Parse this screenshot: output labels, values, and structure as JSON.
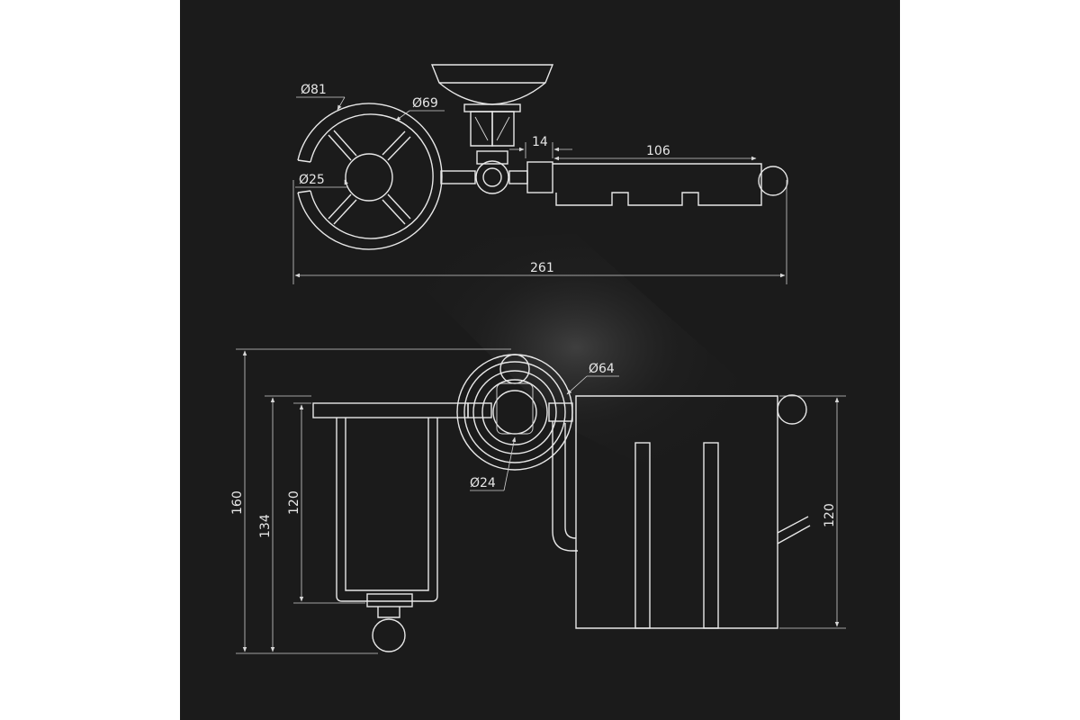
{
  "colors": {
    "background": "#1a1a1a",
    "line": "#e8e8e8",
    "page": "#ffffff"
  },
  "dimensions": {
    "top_outer_dia": "Ø81",
    "top_inner_dia": "Ø69",
    "top_hub_dia": "Ø25",
    "top_gap": "14",
    "top_length": "106",
    "top_total": "261",
    "front_flange_dia": "Ø64",
    "front_post_dia": "Ø24",
    "front_total_height": "160",
    "front_holder_height": "134",
    "front_cup_height": "120",
    "front_roll_height": "120"
  }
}
